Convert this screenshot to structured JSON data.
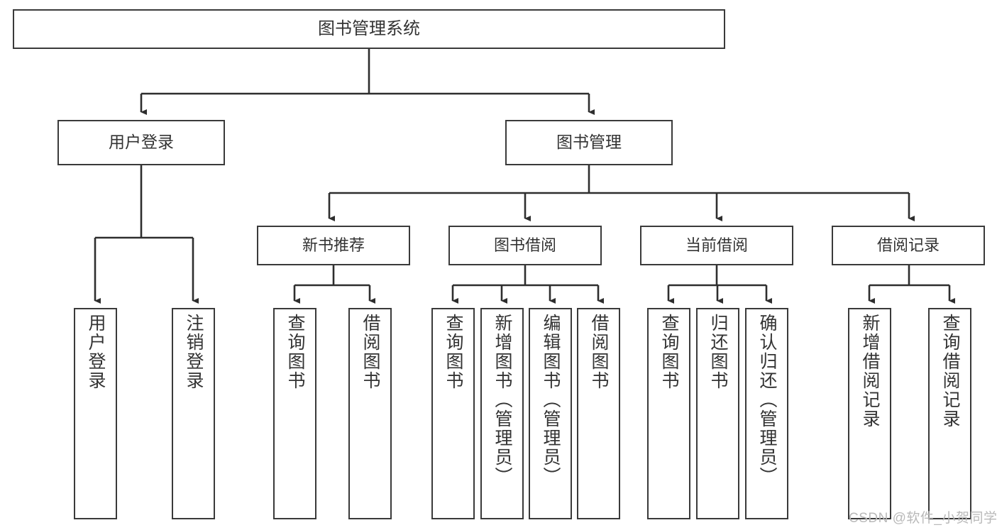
{
  "diagram": {
    "title_node": {
      "id": "root",
      "label": "图书管理系统"
    },
    "level1": [
      {
        "id": "user-login",
        "label": "用户登录"
      },
      {
        "id": "book-management",
        "label": "图书管理"
      }
    ],
    "level2": [
      {
        "id": "new-book-recommend",
        "label": "新书推荐"
      },
      {
        "id": "book-borrow",
        "label": "图书借阅"
      },
      {
        "id": "current-borrow",
        "label": "当前借阅"
      },
      {
        "id": "borrow-record",
        "label": "借阅记录"
      }
    ],
    "leaves": {
      "user_login": [
        {
          "id": "leaf-user-login",
          "label": "用户登录"
        },
        {
          "id": "leaf-logout-login",
          "label": "注销登录"
        }
      ],
      "new_book_recommend": [
        {
          "id": "leaf-query-book-1",
          "label": "查询图书"
        },
        {
          "id": "leaf-borrow-book-1",
          "label": "借阅图书"
        }
      ],
      "book_borrow": [
        {
          "id": "leaf-query-book-2",
          "label": "查询图书"
        },
        {
          "id": "leaf-add-book",
          "label": "新增图书（管理员）"
        },
        {
          "id": "leaf-edit-book",
          "label": "编辑图书（管理员）"
        },
        {
          "id": "leaf-borrow-book-2",
          "label": "借阅图书"
        }
      ],
      "current_borrow": [
        {
          "id": "leaf-query-book-3",
          "label": "查询图书"
        },
        {
          "id": "leaf-return-book",
          "label": "归还图书"
        },
        {
          "id": "leaf-confirm-return",
          "label": "确认归还（管理员）"
        }
      ],
      "borrow_record": [
        {
          "id": "leaf-add-borrow-record",
          "label": "新增借阅记录"
        },
        {
          "id": "leaf-query-borrow-record",
          "label": "查询借阅记录"
        }
      ]
    }
  },
  "watermark": {
    "text": "CSDN @软件_小贺同学"
  },
  "colors": {
    "border": "#3a3a3a",
    "text": "#333333",
    "background": "#ffffff",
    "watermark": "#b9b9b9"
  }
}
